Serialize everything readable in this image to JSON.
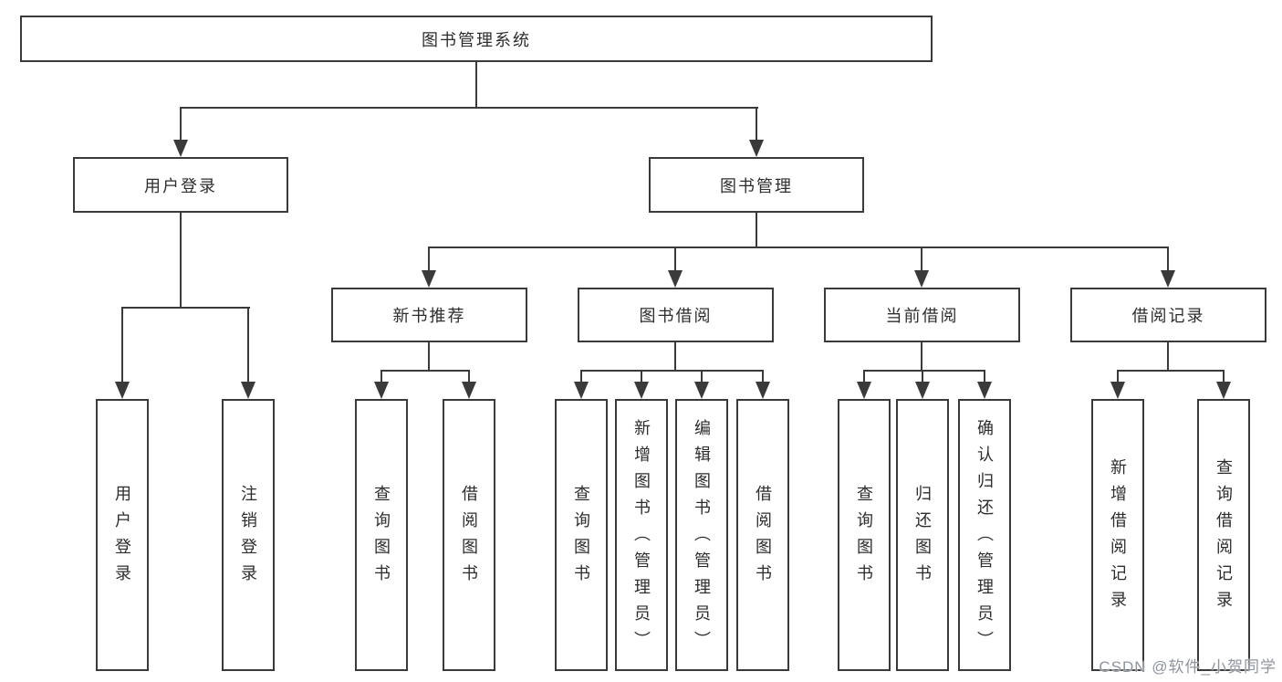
{
  "diagram": {
    "tree": {
      "label": "图书管理系统",
      "children": [
        {
          "label": "用户登录",
          "children": [
            {
              "label": "用户登录"
            },
            {
              "label": "注销登录"
            }
          ]
        },
        {
          "label": "图书管理",
          "children": [
            {
              "label": "新书推荐",
              "children": [
                {
                  "label": "查询图书"
                },
                {
                  "label": "借阅图书"
                }
              ]
            },
            {
              "label": "图书借阅",
              "children": [
                {
                  "label": "查询图书"
                },
                {
                  "label": "新增图书（管理员）"
                },
                {
                  "label": "编辑图书（管理员）"
                },
                {
                  "label": "借阅图书"
                }
              ]
            },
            {
              "label": "当前借阅",
              "children": [
                {
                  "label": "查询图书"
                },
                {
                  "label": "归还图书"
                },
                {
                  "label": "确认归还（管理员）"
                }
              ]
            },
            {
              "label": "借阅记录",
              "children": [
                {
                  "label": "新增借阅记录"
                },
                {
                  "label": "查询借阅记录"
                }
              ]
            }
          ]
        }
      ]
    },
    "colors": {
      "line": "#3a3a3a",
      "text": "#2d2d2d",
      "background": "#ffffff",
      "watermark_text": "#8f959e"
    }
  },
  "watermark": {
    "text": "CSDN @软件_小贺同学"
  }
}
